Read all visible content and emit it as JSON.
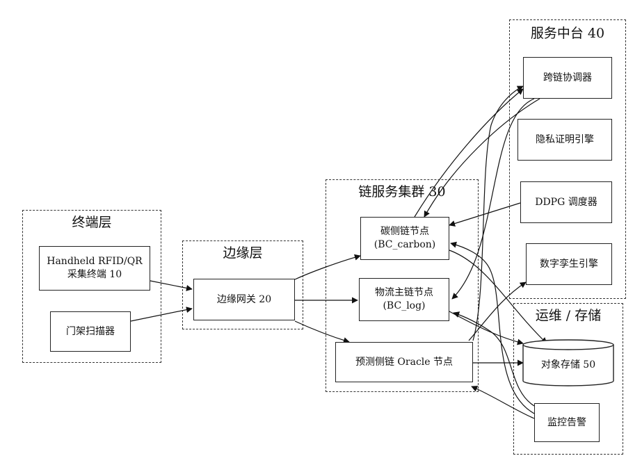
{
  "clusters": {
    "terminal": "终端层",
    "edge": "边缘层",
    "chain": "链服务集群 30",
    "service": "服务中台 40",
    "ops": "运维 / 存储"
  },
  "nodes": {
    "handheld": {
      "line1": "Handheld RFID/QR",
      "line2": "采集终端 10"
    },
    "gantry": "门架扫描器",
    "gateway": "边缘网关 20",
    "carbon": {
      "line1": "碳侧链节点",
      "line2": "(BC_carbon)"
    },
    "logistics": {
      "line1": "物流主链节点",
      "line2": "(BC_log)"
    },
    "oracle": "预测侧链 Oracle 节点",
    "coordinator": "跨链协调器",
    "privacy": "隐私证明引擎",
    "ddpg": "DDPG 调度器",
    "twin": "数字孪生引擎",
    "storage": "对象存储 50",
    "monitor": "监控告警"
  }
}
